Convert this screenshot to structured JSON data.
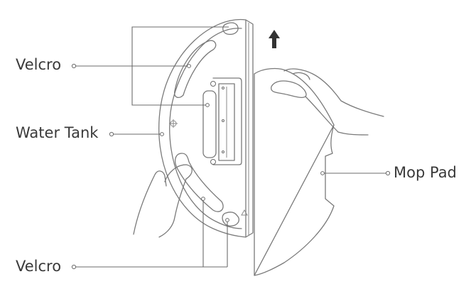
{
  "labels": {
    "velcro_top": "Velcro",
    "water_tank": "Water Tank",
    "mop_pad": "Mop Pad",
    "velcro_bottom": "Velcro"
  },
  "icons": {
    "direction": "up-arrow-icon",
    "tank_symbol": "gear-icon",
    "triangle_mark": "triangle-icon"
  }
}
